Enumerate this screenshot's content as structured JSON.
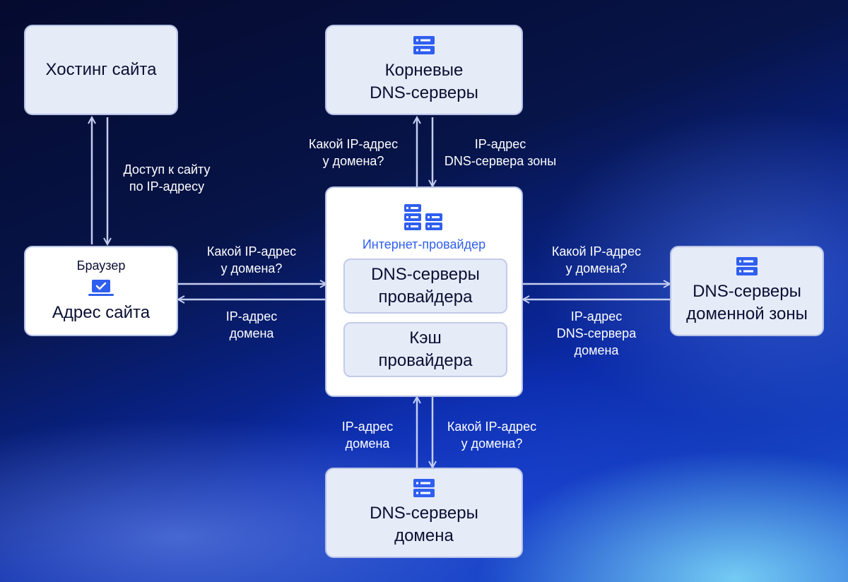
{
  "nodes": {
    "hosting": {
      "title": "Хостинг сайта"
    },
    "root_dns": {
      "title": "Корневые\nDNS-серверы",
      "icon": "server-icon"
    },
    "browser": {
      "caption": "Браузер",
      "title": "Адрес сайта",
      "icon": "laptop-check-icon"
    },
    "provider": {
      "label": "Интернет-провайдер",
      "icon": "servers-icon",
      "dns": "DNS-серверы\nпровайдера",
      "cache": "Кэш\nпровайдера"
    },
    "zone_dns": {
      "title": "DNS-серверы\nдоменной зоны",
      "icon": "server-icon"
    },
    "domain_dns": {
      "title": "DNS-серверы\nдомена",
      "icon": "server-icon"
    }
  },
  "edges": {
    "browser_hosting": "Доступ к сайту\nпо IP-адресу",
    "provider_to_root": "Какой IP-адрес\nу домена?",
    "root_to_provider": "IP-адрес\nDNS-сервера зоны",
    "browser_to_provider": "Какой IP-адрес\nу домена?",
    "provider_to_browser": "IP-адрес\nдомена",
    "provider_to_zone": "Какой IP-адрес\nу домена?",
    "zone_to_provider": "IP-адрес\nDNS-сервера\nдомена",
    "domain_to_provider": "IP-адрес\nдомена",
    "provider_to_domain": "Какой IP-адрес\nу домена?"
  },
  "colors": {
    "icon_blue": "#2f5ff0",
    "arrow": "#c4cdf0",
    "box_fill": "#e6ebf8"
  }
}
